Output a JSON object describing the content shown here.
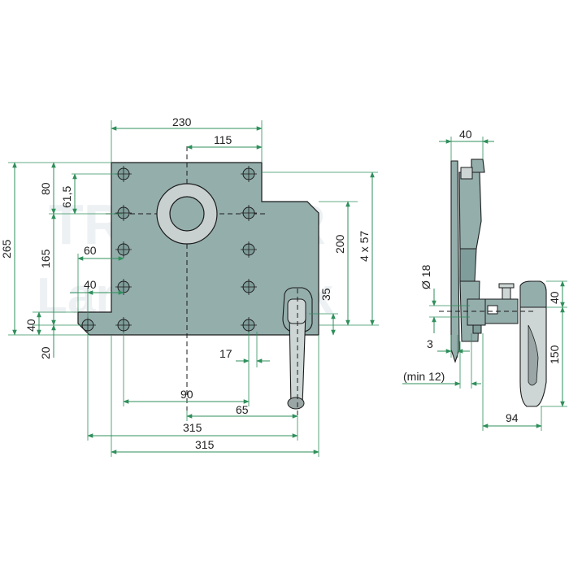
{
  "watermark": {
    "line1": "TRACTOR",
    "line2": "Landtechnik"
  },
  "colors": {
    "plate": "#94aeac",
    "dim": "#2f8f5b",
    "outline": "#1b1b1b",
    "handle": "#cdd6d5"
  },
  "labels": {
    "d230": "230",
    "d115": "115",
    "d265": "265",
    "d80": "80",
    "d61_5": "61,5",
    "d165": "165",
    "d60": "60",
    "d40": "40",
    "d40v": "40",
    "d20": "20",
    "d200": "200",
    "d4x57": "4 x 57",
    "d35": "35",
    "d17": "17",
    "d90": "90",
    "d65": "65",
    "d315a": "315",
    "d315b": "315",
    "s40": "40",
    "s18": "Ø 18",
    "s3": "3",
    "smin12": "(min 12)",
    "s40r": "40",
    "s150": "150",
    "s94": "94"
  }
}
